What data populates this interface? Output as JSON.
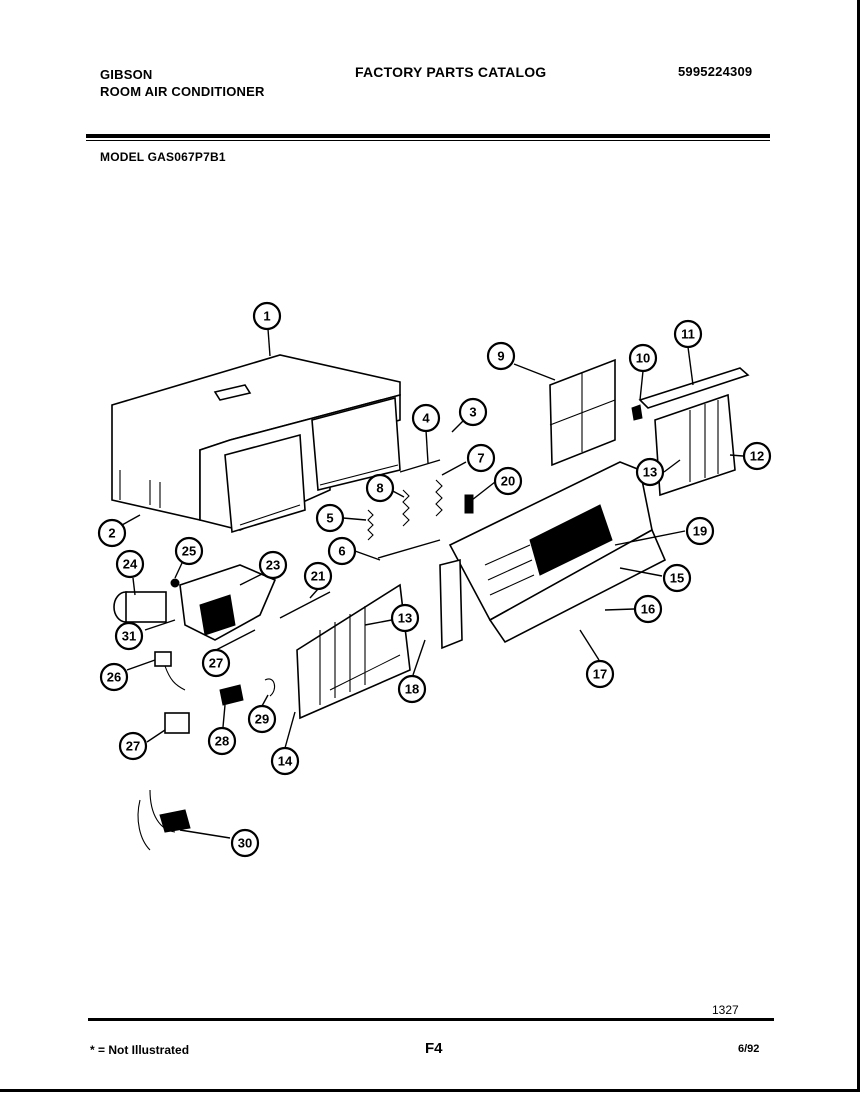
{
  "header": {
    "brand": "GIBSON",
    "product": "ROOM AIR CONDITIONER",
    "catalog_title": "FACTORY PARTS CATALOG",
    "catalog_number": "5995224309",
    "model_label": "MODEL GAS067P7B1"
  },
  "diagram": {
    "callouts": [
      "1",
      "2",
      "3",
      "4",
      "5",
      "6",
      "7",
      "8",
      "9",
      "10",
      "11",
      "12",
      "13",
      "13",
      "14",
      "15",
      "16",
      "17",
      "18",
      "19",
      "20",
      "21",
      "23",
      "24",
      "25",
      "26",
      "27",
      "27",
      "28",
      "29",
      "30",
      "31"
    ]
  },
  "footer": {
    "page_number": "1327",
    "not_illustrated": "* = Not Illustrated",
    "figure_code": "F4",
    "date": "6/92"
  }
}
